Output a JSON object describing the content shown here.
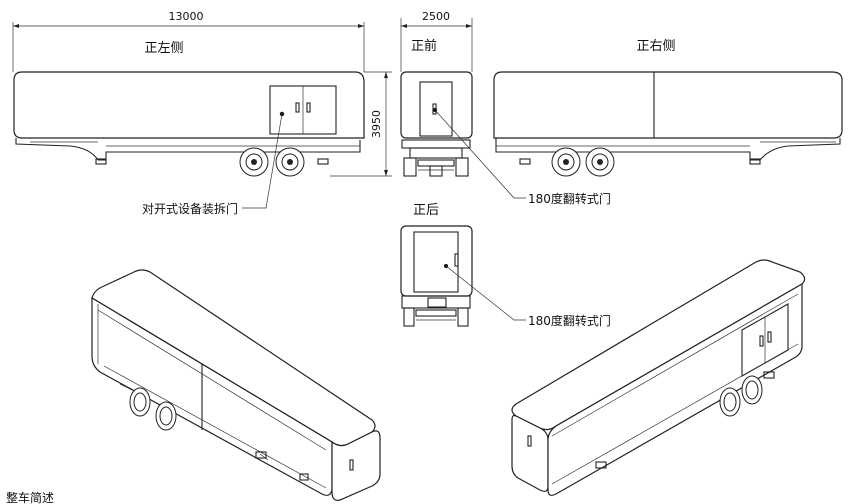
{
  "dimensions": {
    "length": "13000",
    "width": "2500",
    "height": "3950"
  },
  "views": {
    "left": "正左侧",
    "front": "正前",
    "right": "正右侧",
    "rear": "正后"
  },
  "callouts": {
    "side_door": "对开式设备装拆门",
    "front_door": "180度翻转式门",
    "rear_door": "180度翻转式门"
  },
  "footer_note": "整车简述"
}
